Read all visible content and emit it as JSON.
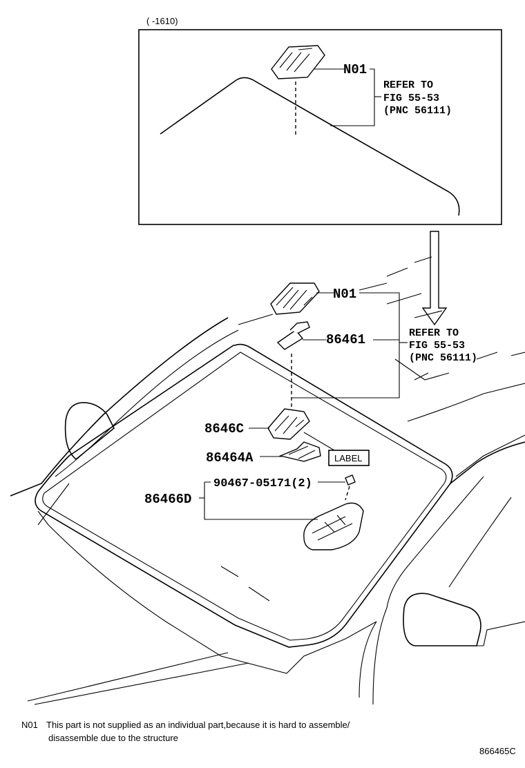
{
  "inset": {
    "date_range": "(      -1610)",
    "callout_n01": "N01",
    "refer_line1": "REFER TO",
    "refer_line2": "FIG 55-53",
    "refer_line3": "(PNC 56111)"
  },
  "main": {
    "callout_n01": "N01",
    "callout_86461": "86461",
    "refer_line1": "REFER TO",
    "refer_line2": "FIG 55-53",
    "refer_line3": "(PNC 56111)",
    "callout_8646c": "8646C",
    "label_box": "LABEL",
    "callout_86464a": "86464A",
    "callout_bolt": "90467-05171(2)",
    "callout_86466d": "86466D"
  },
  "footnote": {
    "code": "N01",
    "line1": "This part is not supplied as an individual part,because it is hard to assemble/",
    "line2": "disassemble due to the structure"
  },
  "figure_id": "866465C"
}
